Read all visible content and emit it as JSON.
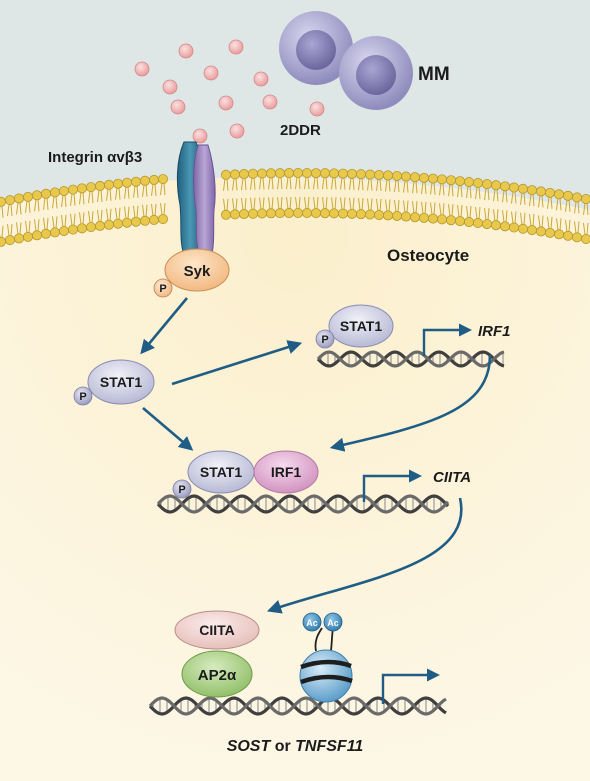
{
  "labels": {
    "mm": "MM",
    "ligand": "2DDR",
    "receptor": "Integrin αvβ3",
    "cell": "Osteocyte",
    "syk": "Syk",
    "stat1": "STAT1",
    "irf1_protein": "IRF1",
    "irf1_gene": "IRF1",
    "ciita_gene": "CIITA",
    "ciita_protein": "CIITA",
    "ap2a": "AP2α",
    "ac": "Ac",
    "p": "P",
    "gene_sost": "SOST",
    "gene_or": " or ",
    "gene_tnfsf11": "TNFSF11"
  },
  "colors": {
    "extracellular": "#dfe7e6",
    "cytoplasm": "#fdf3d6",
    "membrane_head": "#e7c84a",
    "arrow": "#1f5d86",
    "dna": "#555555",
    "mm_cell": "#8a86b8",
    "dots": "#f2b5b5",
    "stat1": "#c6c8de",
    "irf1": "#d9a3c9",
    "syk": "#f6c999",
    "ciita": "#f0d2cf",
    "ap2a": "#a9cf86",
    "phospho": "#a7a8c6",
    "nucleosome": "#7fb6d8"
  }
}
